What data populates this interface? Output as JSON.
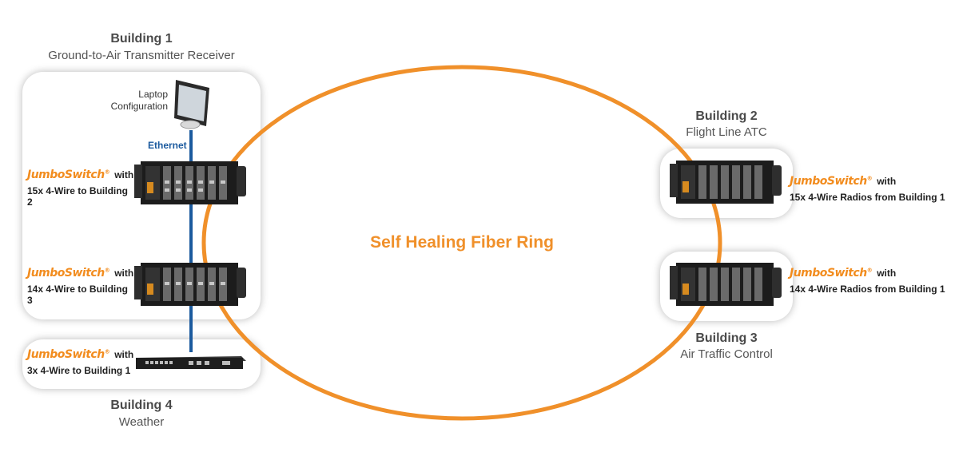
{
  "colors": {
    "ring": "#f0902a",
    "ethernet_line": "#1b5a9e",
    "brand": "#f28c1e"
  },
  "ring": {
    "label": "Self Healing Fiber Ring"
  },
  "building1": {
    "title": "Building 1",
    "subtitle": "Ground-to-Air Transmitter Receiver",
    "laptop_label_line1": "Laptop",
    "laptop_label_line2": "Configuration",
    "ethernet_label": "Ethernet",
    "switch1": {
      "brand": "JumboSwitch",
      "with": "with",
      "desc": "15x 4-Wire to Building 2"
    },
    "switch2": {
      "brand": "JumboSwitch",
      "with": "with",
      "desc": "14x 4-Wire to Building 3"
    }
  },
  "building4": {
    "title": "Building 4",
    "subtitle": "Weather",
    "switch": {
      "brand": "JumboSwitch",
      "with": "with",
      "desc": "3x 4-Wire to Building 1"
    }
  },
  "building2": {
    "title": "Building 2",
    "subtitle": "Flight Line ATC",
    "switch": {
      "brand": "JumboSwitch",
      "with": "with",
      "desc": "15x 4-Wire Radios from Building 1"
    }
  },
  "building3": {
    "title": "Building 3",
    "subtitle": "Air Traffic Control",
    "switch": {
      "brand": "JumboSwitch",
      "with": "with",
      "desc": "14x 4-Wire Radios from Building 1"
    }
  }
}
